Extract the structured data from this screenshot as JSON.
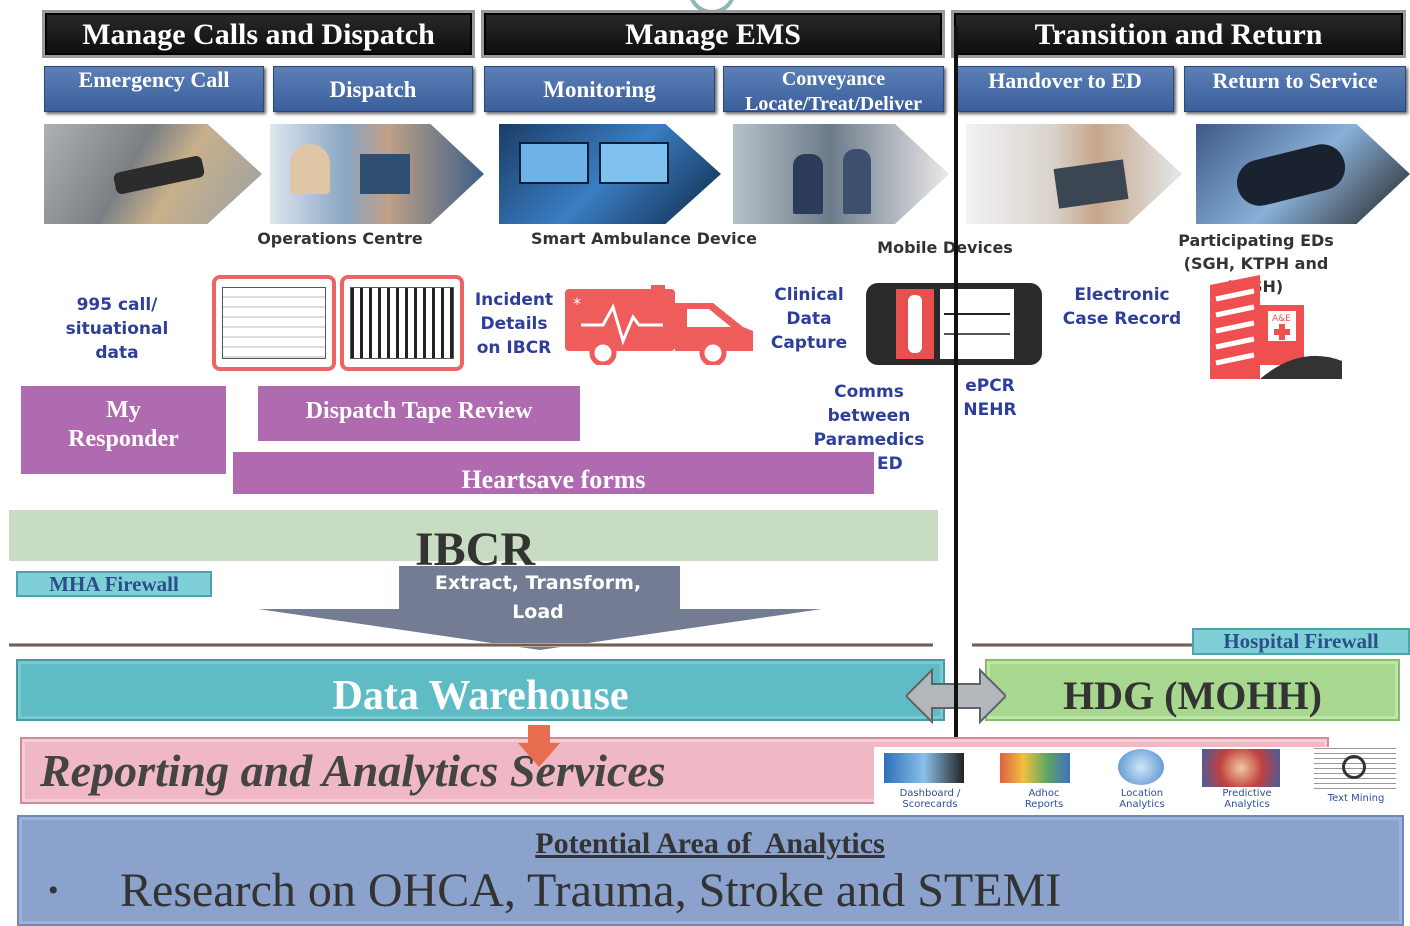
{
  "phases": {
    "calls": "Manage Calls and Dispatch",
    "ems": "Manage EMS",
    "transition": "Transition and Return"
  },
  "stages": {
    "emergency_call": "Emergency Call",
    "dispatch": "Dispatch",
    "monitoring": "Monitoring",
    "conveyance": "Conveyance Locate/Treat/Deliver",
    "handover": "Handover to ED",
    "return": "Return to Service"
  },
  "captions": {
    "operations_centre": "Operations Centre",
    "smart_ambulance": "Smart Ambulance Device",
    "mobile_devices": "Mobile Devices",
    "participating_eds": "Participating EDs (SGH, KTPH and TTSH)"
  },
  "labels": {
    "call_data": "995 call/ situational data",
    "incident_details": "Incident Details on IBCR",
    "clinical_data": "Clinical Data Capture",
    "electronic_case": "Electronic Case Record",
    "comms": "Comms between Paramedics and ED",
    "epcr": "ePCR NEHR"
  },
  "systems": {
    "my_responder": "My Responder",
    "dispatch_tape": "Dispatch Tape Review",
    "heartsave": "Heartsave forms",
    "ibcr": "IBCR",
    "mha_firewall": "MHA Firewall",
    "etl": "Extract, Transform, Load",
    "hospital_firewall": "Hospital Firewall",
    "data_warehouse": "Data Warehouse",
    "hdg": "HDG (MOHH)",
    "reporting": "Reporting and Analytics Services"
  },
  "analytics_icons": {
    "dashboard": "Dashboard / Scorecards",
    "adhoc": "Adhoc Reports",
    "location": "Location Analytics",
    "predictive": "Predictive Analytics",
    "text_mining": "Text Mining"
  },
  "analytics": {
    "heading": "Potential Area of  Analytics",
    "bullet": "•",
    "item": "Research on OHCA, Trauma, Stroke and STEMI"
  },
  "colors": {
    "phase_bg": "#1a1a1a",
    "stage_blue": "#4a6fab",
    "purple": "#b06bb0",
    "ibcr_green": "#c8dcc4",
    "firewall_teal": "#7fd0d6",
    "warehouse_teal": "#5fbcc4",
    "hdg_green": "#a8d890",
    "reporting_pink": "#f0b8c4",
    "analytics_blue": "#8aa2cc",
    "ambulance_red": "#ee5c5c"
  }
}
